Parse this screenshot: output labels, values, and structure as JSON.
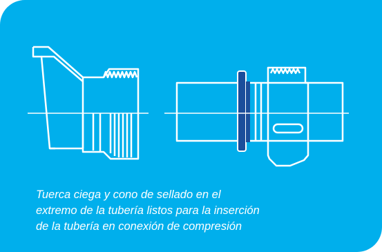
{
  "colors": {
    "background": "#00afec",
    "line": "#ffffff",
    "seal": "#1b4e9b"
  },
  "caption": {
    "lines": [
      " Tuerca ciega y cono de sellado en el",
      "extremo de la tubería listos para la inserción",
      "de la tubería en conexión de compresión"
    ]
  }
}
